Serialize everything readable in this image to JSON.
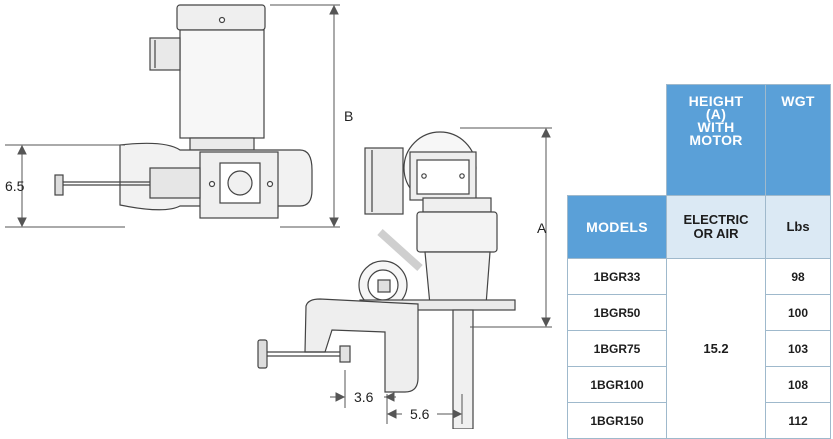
{
  "dimensions": {
    "b": "B",
    "a": "A",
    "clamp": "6.5",
    "offset": "3.6",
    "span": "5.6"
  },
  "table": {
    "height_header": [
      "HEIGHT",
      "(A)",
      "WITH",
      "MOTOR"
    ],
    "wgt_header": "WGT",
    "models_header": "MODELS",
    "power_header": [
      "ELECTRIC",
      "OR AIR"
    ],
    "unit_header": "Lbs",
    "height_value": "15.2",
    "rows": [
      {
        "model": "1BGR33",
        "weight": "98"
      },
      {
        "model": "1BGR50",
        "weight": "100"
      },
      {
        "model": "1BGR75",
        "weight": "103"
      },
      {
        "model": "1BGR100",
        "weight": "108"
      },
      {
        "model": "1BGR150",
        "weight": "112"
      }
    ]
  },
  "colors": {
    "header_blue": "#5aa0d8",
    "subheader": "#dbe9f4",
    "border": "#9fb9cc"
  }
}
